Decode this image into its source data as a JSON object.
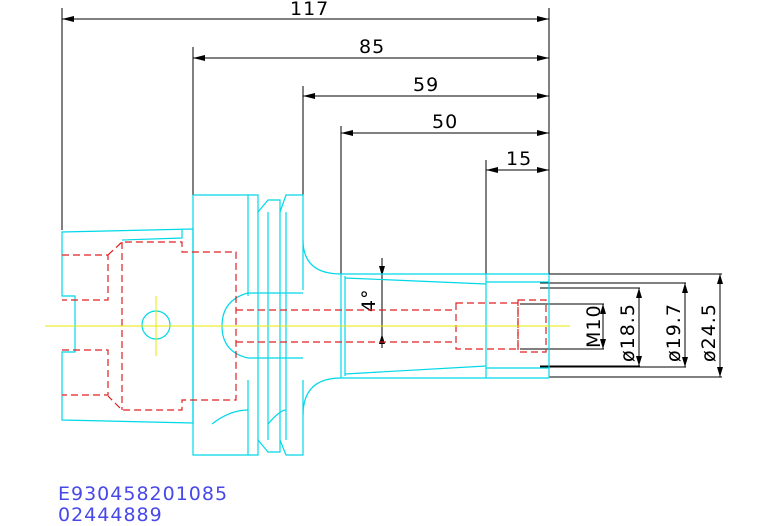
{
  "part": {
    "code": "E930458201085",
    "number": "02444889"
  },
  "dimensions": {
    "overall": "117",
    "d85": "85",
    "d59": "59",
    "d50": "50",
    "d15": "15",
    "angle": "4°",
    "thread": "M10",
    "dia_185": "ø18.5",
    "dia_197": "ø19.7",
    "dia_245": "ø24.5"
  },
  "colors": {
    "outline": "#00d8e8",
    "hidden": "#e02020",
    "center": "#e8e800",
    "dimension": "#000000",
    "part_text": "#4848e8"
  }
}
